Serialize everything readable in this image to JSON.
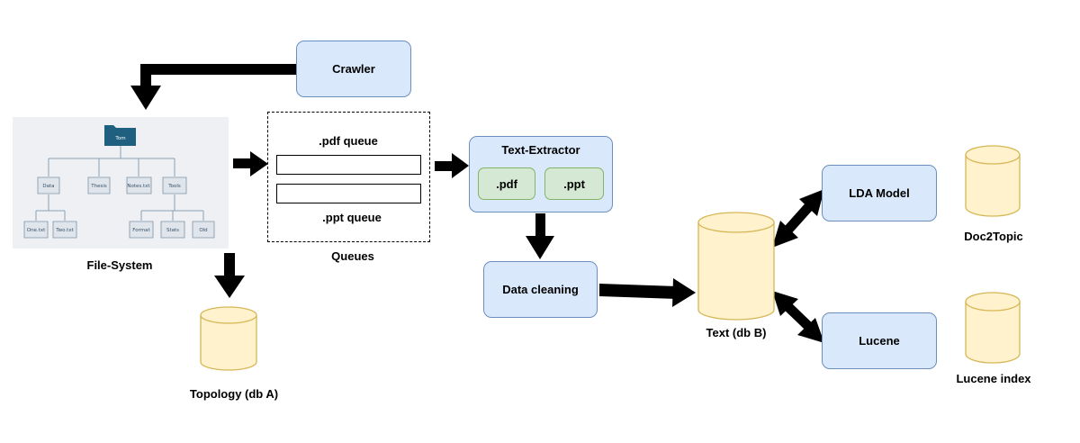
{
  "nodes": {
    "crawler": "Crawler",
    "file_system": "File-System",
    "topology_db": "Topology (db A)",
    "queues": "Queues",
    "pdf_queue": ".pdf queue",
    "ppt_queue": ".ppt queue",
    "text_extractor": "Text-Extractor",
    "extractor_pdf": ".pdf",
    "extractor_ppt": ".ppt",
    "data_cleaning": "Data cleaning",
    "text_db": "Text (db B)",
    "lda_model": "LDA Model",
    "lucene": "Lucene",
    "doc2topic": "Doc2Topic",
    "lucene_index": "Lucene index"
  },
  "file_tree": {
    "root": "Tom",
    "level1": [
      "Data",
      "Thesis",
      "Notes.txt",
      "Tools"
    ],
    "data_children": [
      "One.txt",
      "Two.txt"
    ],
    "tools_children": [
      "Format",
      "Stats",
      "Old"
    ]
  },
  "colors": {
    "process_fill": "#dae8fc",
    "process_stroke": "#6c8ebf",
    "sub_fill": "#d5e8d4",
    "sub_stroke": "#82b366",
    "db_fill": "#fff2cc",
    "db_stroke": "#d6b656",
    "arrow": "#000000"
  }
}
